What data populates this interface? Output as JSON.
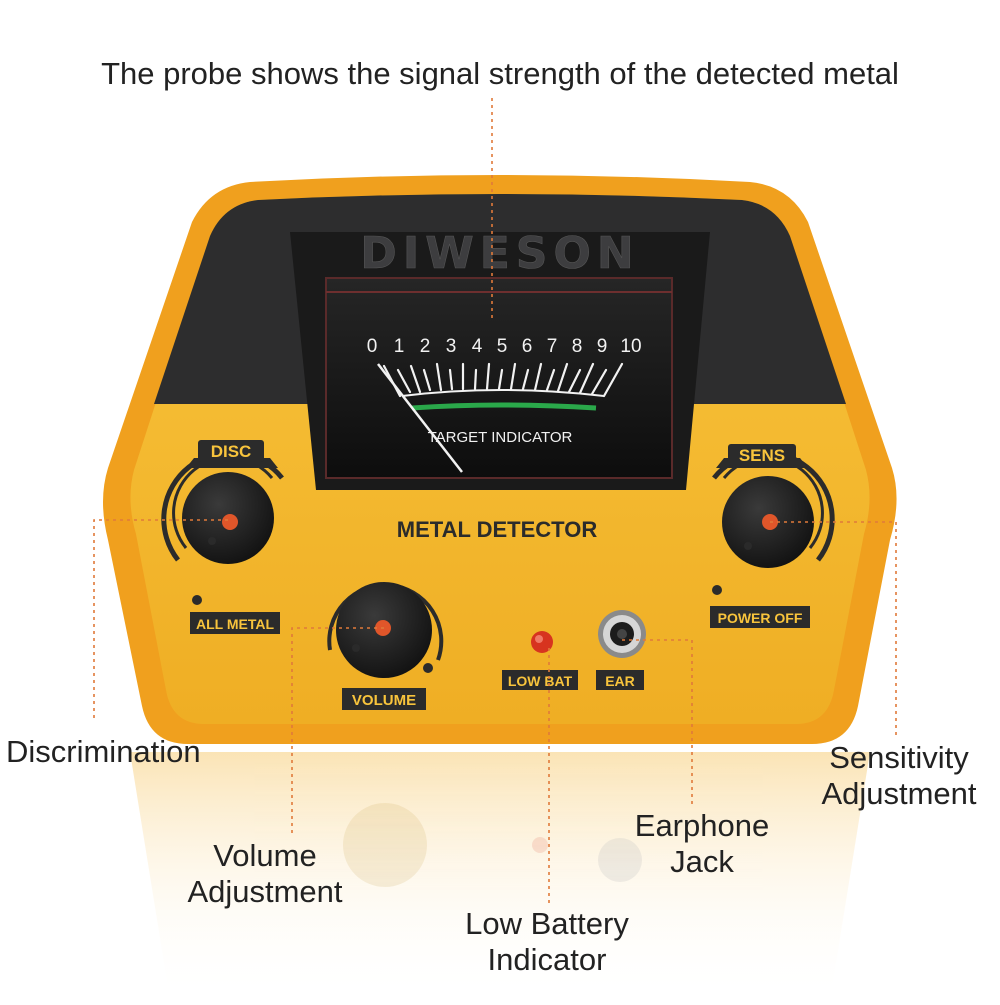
{
  "image": {
    "description_caption": "The probe shows the signal strength of the detected metal",
    "brand": "DIWESON",
    "device": {
      "title": "METAL DETECTOR",
      "meter": {
        "scale": [
          "0",
          "1",
          "2",
          "3",
          "4",
          "5",
          "6",
          "7",
          "8",
          "9",
          "10"
        ],
        "label": "TARGET INDICATOR",
        "needle_reading": 0
      },
      "controls": {
        "disc": {
          "top_label": "DISC",
          "bottom_label": "ALL METAL"
        },
        "sens": {
          "top_label": "SENS",
          "bottom_label": "POWER OFF"
        },
        "volume": {
          "label": "VOLUME"
        },
        "low_bat": {
          "label": "LOW BAT"
        },
        "ear": {
          "label": "EAR"
        }
      },
      "colors": {
        "body_yellow": "#f3b62c",
        "frame_orange": "#f0a01e",
        "top_dark": "#2d2d2e",
        "meter_face": "#111111",
        "knob": "#1c1c1c",
        "knob_dot": "#e0562a",
        "led": "#d7341f",
        "green_arc": "#2aa84a"
      }
    },
    "callouts": {
      "discrimination": "Discrimination",
      "sensitivity": [
        "Sensitivity",
        "Adjustment"
      ],
      "volume": [
        "Volume",
        "Adjustment"
      ],
      "earphone": [
        "Earphone",
        "Jack"
      ],
      "battery": [
        "Low Battery",
        "Indicator"
      ]
    },
    "leader_color": "#e07a3a"
  }
}
